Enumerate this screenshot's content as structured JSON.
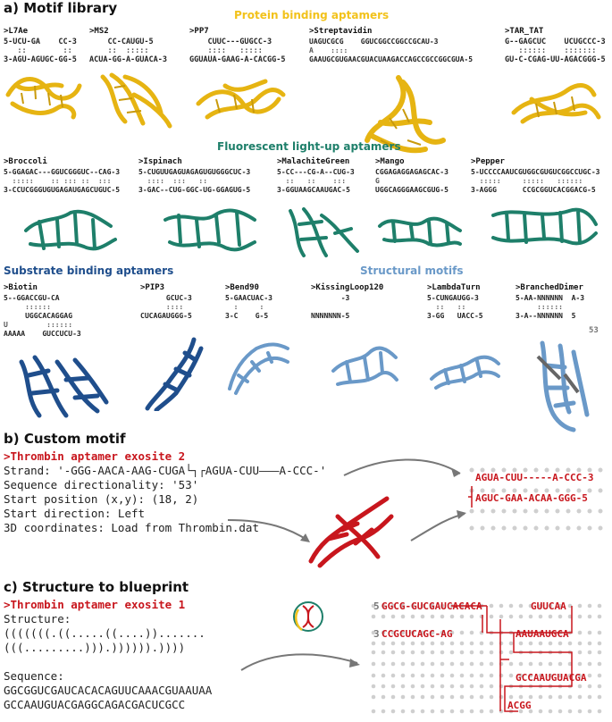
{
  "colors": {
    "protein": "#f2c21b",
    "fluor": "#1e7f6a",
    "substrate": "#1f4e8c",
    "structural": "#6a99c8",
    "red": "#c8161d"
  },
  "sections": {
    "a": "a) Motif library",
    "b": "b) Custom motif",
    "c": "c) Structure to blueprint"
  },
  "groups": {
    "protein": "Protein binding aptamers",
    "fluor": "Fluorescent light-up aptamers",
    "substrate": "Substrate binding aptamers",
    "structural": "Structural motifs"
  },
  "motifs": {
    "L7Ae": {
      "name": ">L7Ae",
      "top": "5-UCU-GA    CC-3",
      "pair": "   ::        ::",
      "bot": "3-AGU-AGUGC-GG-5"
    },
    "MS2": {
      "name": ">MS2",
      "top": "    CC-CAUGU-5",
      "pair": "    ::  :::::",
      "bot": "ACUA-GG-A-GUACA-3"
    },
    "PP7": {
      "name": ">PP7",
      "top": "    CUUC---GUGCC-3",
      "pair": "    ::::   :::::",
      "bot": "GGUAUA-GAAG-A-CACGG-5"
    },
    "Strep": {
      "name": ">Streptavidin",
      "top": "UAGUCGCG    GGUCGGCCGGCCGCAU-3",
      "mid": "A    ::::",
      "bot": "GAAUGCGUGAACGUACUAAGACCAGCCGCCGGCGUA-5"
    },
    "TAR": {
      "name": ">TAR_TAT",
      "top": "G--GAGCUC    UCUGCCC-3",
      "pair": "   ::::::    :::::::",
      "bot": "GU-C-CGAG-UU-AGACGGG-5"
    },
    "Broccoli": {
      "name": ">Broccoli",
      "top": "5-GGAGAC---GGUCGGGUC--CAG-3",
      "pair": "  :::::    :: ::: ::  :::",
      "bot": "3-CCUCGGGUGUGAGAUGAGCUGUC-5"
    },
    "Ispinach": {
      "name": ">Ispinach",
      "top": "5-CUGUUGAGUAGAGUGUGGGCUC-3",
      "pair": "  ::::  :::   ::",
      "bot": "3-GAC--CUG-GGC-UG-GGAGUG-5"
    },
    "Malachite": {
      "name": ">MalachiteGreen",
      "top": "5-CC---CG-A--CUG-3",
      "pair": "  ::   ::    :::",
      "bot": "3-GGUAAGCAAUGAC-5"
    },
    "Mango": {
      "name": ">Mango",
      "top": "CGGAGAGGAGAGCAC-3",
      "mid": "G",
      "bot": "UGGCAGGGAAGCGUG-5"
    },
    "Pepper": {
      "name": ">Pepper",
      "top": "5-UCCCCAAUCGUGGCGUGUCGGCCUGC-3",
      "pair": "  :::::     :::::   ::::::",
      "bot": "3-AGGG      CCGCGGUCACGGACG-5"
    },
    "Biotin": {
      "name": ">Biotin",
      "top": "5--GGACCGU-CA",
      "pair": "     ::::::",
      "mid": "     UGGCACAGGAG",
      "pair2": "U         ::::::",
      "bot": "AAAAA    GUCCUCU-3"
    },
    "PIP3": {
      "name": ">PIP3",
      "top": "      GCUC-3",
      "pair": "      ::::",
      "bot": "CUCAGAUGGG-5"
    },
    "Bend90": {
      "name": ">Bend90",
      "top": "5-GAACUAC-3",
      "pair": "  :     :",
      "bot": "3-C    G-5"
    },
    "Kissing": {
      "name": ">KissingLoop120",
      "top": "       -3",
      "bot": "NNNNNNN-5"
    },
    "Lambda": {
      "name": ">LambdaTurn",
      "top": "5-CUNGAUGG-3",
      "pair": "  ::   ::",
      "bot": "3-GG   UACC-5"
    },
    "Branched": {
      "name": ">BranchedDimer",
      "top": "5-AA-NNNNNN  A-3",
      "pair": "     ::::::",
      "bot": "3-A--NNNNNN  5",
      "dir": "53"
    }
  },
  "custom": {
    "title": ">Thrombin aptamer exosite 2",
    "strand": "Strand: '-GGG-AACA-AAG-CUGA└┐┌AGUA-CUU———A-CCC-'",
    "dir": "Sequence directionality: '53'",
    "pos": "Start position (x,y): (18, 2)",
    "start": "Start direction: Left",
    "coords": "3D coordinates: Load from Thrombin.dat",
    "bp_top": "AGUA-CUU-----A-CCC-3",
    "bp_bot": "AGUC-GAA-ACAA-GGG-5"
  },
  "blueprint": {
    "title": ">Thrombin aptamer exosite 1",
    "structure_label": "Structure:",
    "structure_1": "(((((((.((.....((....)).......",
    "structure_2": "(((.........))).)))))).))))",
    "sequence_label": "Sequence:",
    "sequence_1": "GGCGGUCGAUCACACAGUUCAAACGUAAUAA",
    "sequence_2": "GCCAAUGUACGAGGCAGACGACUCGCC",
    "row1a": "GGCG-GUCGAUCACACA",
    "row1b": "GUUCAA",
    "row2a": "CCGCUCAGC-AG",
    "row2b": "AAUAAUGCA",
    "row3": "GCCAAUGUACGA",
    "row4": "ACGG",
    "n5": "5",
    "n3": "3"
  }
}
